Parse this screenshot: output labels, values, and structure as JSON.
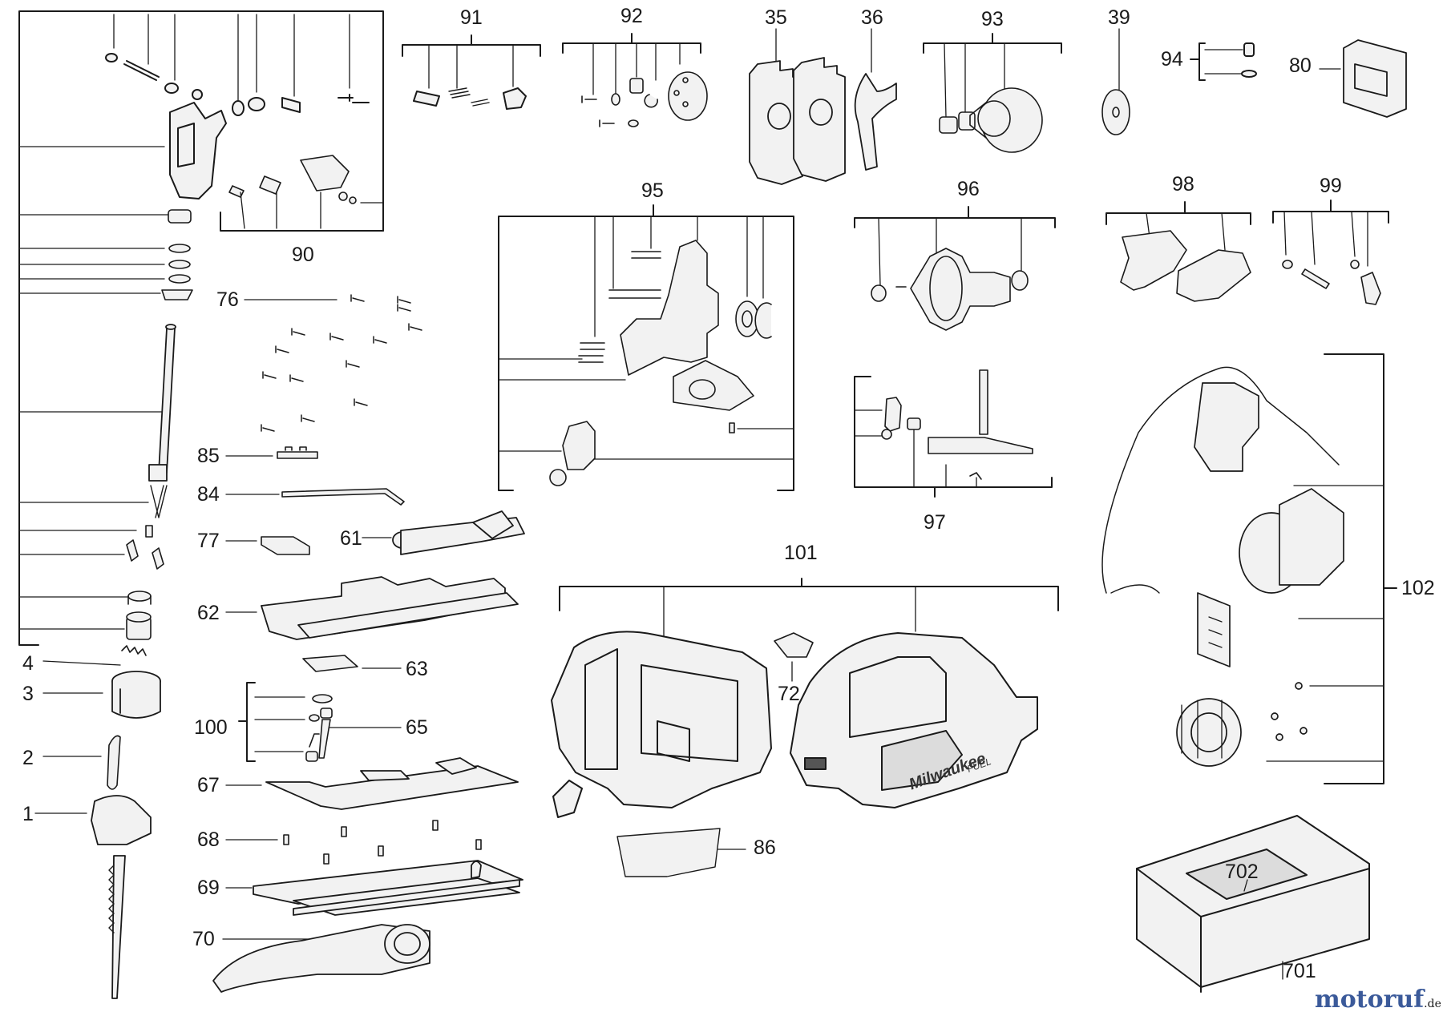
{
  "labels": {
    "p1": "1",
    "p2": "2",
    "p3": "3",
    "p4": "4",
    "p35": "35",
    "p36": "36",
    "p39": "39",
    "p61": "61",
    "p62": "62",
    "p63": "63",
    "p65": "65",
    "p67": "67",
    "p68": "68",
    "p69": "69",
    "p70": "70",
    "p72": "72",
    "p76": "76",
    "p77": "77",
    "p80": "80",
    "p84": "84",
    "p85": "85",
    "p86": "86",
    "p90": "90",
    "p91": "91",
    "p92": "92",
    "p93": "93",
    "p94": "94",
    "p95": "95",
    "p96": "96",
    "p97": "97",
    "p98": "98",
    "p99": "99",
    "p100": "100",
    "p101": "101",
    "p102": "102",
    "p701": "701",
    "p702": "702"
  },
  "tool_brand_text": "Milwaukee",
  "tool_badge_text": "FUEL",
  "watermark": {
    "main": "motoruf",
    "domain": ".de",
    "color_primary": "#3b5a9a",
    "color_accent": "#e87722"
  },
  "colors": {
    "line": "#1a1a1a",
    "part_fill": "#f2f2f2",
    "part_dark": "#555555"
  }
}
